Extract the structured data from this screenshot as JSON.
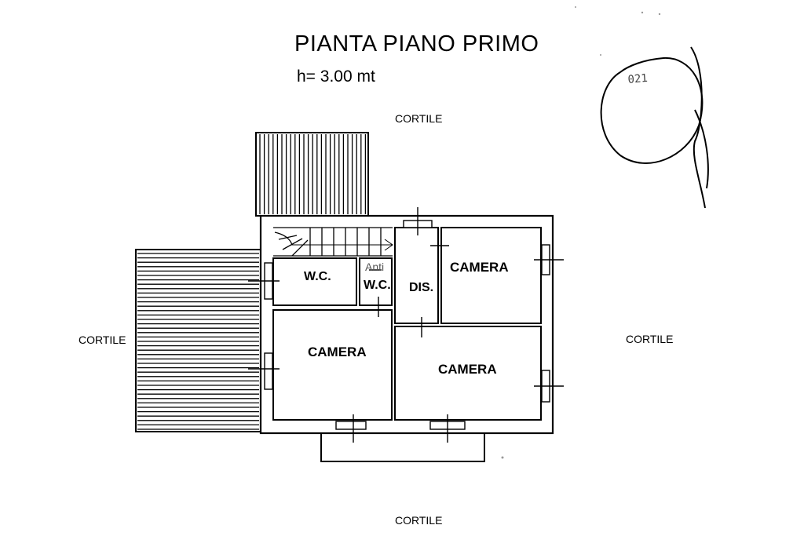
{
  "header": {
    "title": "PIANTA PIANO PRIMO",
    "height_label": "h= 3.00 mt"
  },
  "surroundings": {
    "north": "CORTILE",
    "west": "CORTILE",
    "east": "CORTILE",
    "south": "CORTILE"
  },
  "rooms": {
    "wc": "W.C.",
    "anti_wc_top": "Anti",
    "anti_wc_bottom": "W.C.",
    "dis": "DIS.",
    "camera_ne": "CAMERA",
    "camera_sw": "CAMERA",
    "camera_se": "CAMERA"
  },
  "stamp": {
    "text": "021"
  },
  "colors": {
    "line": "#000000",
    "paper": "#ffffff"
  }
}
